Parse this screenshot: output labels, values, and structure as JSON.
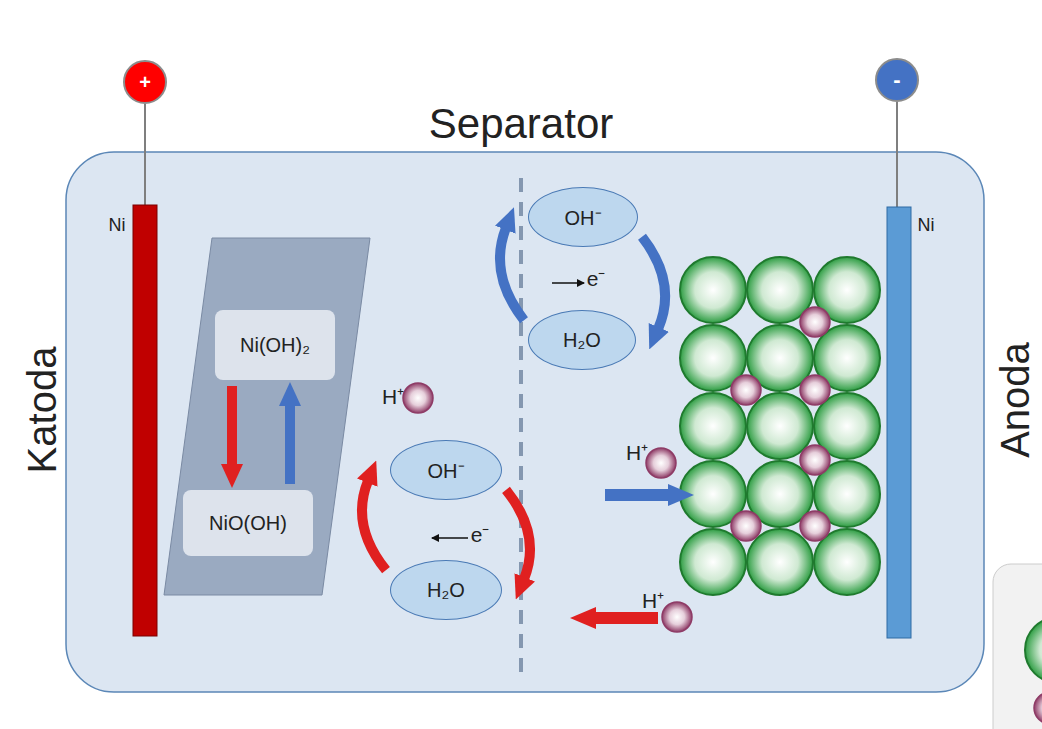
{
  "diagram": {
    "nodes": [
      {
        "text": [
          "+"
        ]
      },
      {
        "text": [
          "-"
        ]
      },
      {
        "text": [
          "Ni(OH)₂"
        ]
      },
      {
        "text": [
          "NiO(OH)"
        ]
      },
      {
        "text": [
          "OH⁻"
        ]
      },
      {
        "text": [
          "H₂O"
        ]
      },
      {
        "text": [
          "OH⁻"
        ]
      },
      {
        "text": [
          "H₂O"
        ]
      }
    ],
    "edges": [
      {
        "from": 2,
        "to": 3,
        "arrow": "to"
      },
      {
        "from": 3,
        "to": 2,
        "arrow": "to"
      },
      {
        "from": 5,
        "to": 4,
        "arrow": "to"
      },
      {
        "from": 4,
        "to": 5,
        "arrow": "to"
      },
      {
        "from": 7,
        "to": 6,
        "arrow": "to"
      },
      {
        "from": 6,
        "to": 7,
        "arrow": "to"
      }
    ],
    "labels": [
      "Separator",
      "Katoda",
      "Anoda",
      "Ni",
      "Ni",
      "H⁺",
      "H⁺",
      "H⁺",
      "e⁻",
      "e⁻"
    ]
  }
}
